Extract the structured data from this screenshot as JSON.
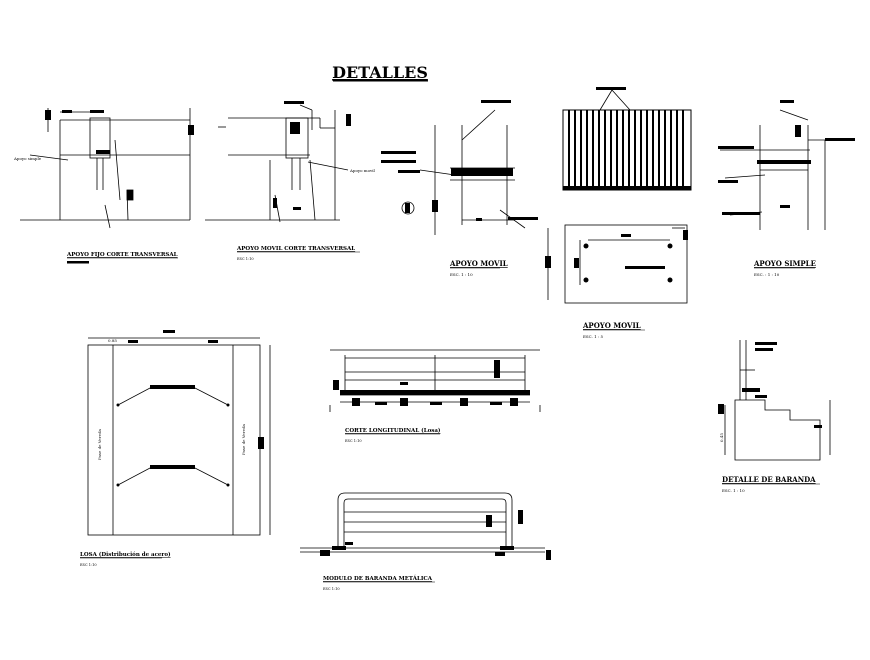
{
  "sheet": {
    "title": "DETALLES",
    "line_color": "#000000",
    "background": "#ffffff"
  },
  "details": {
    "apoyo_fijo": {
      "title": "APOYO FIJO CORTE TRANSVERSAL",
      "note_left": "Apoyo simple"
    },
    "apoyo_movil_corte": {
      "title": "APOYO MOVIL CORTE TRANSVERSAL",
      "scale": "ESC 1:10",
      "note_right": "Apoyo movil"
    },
    "apoyo_movil_1": {
      "title": "APOYO MOVIL",
      "scale": "ESC. 1 : 10"
    },
    "apoyo_simple": {
      "title": "APOYO SIMPLE",
      "scale": "ESC. : 1 : 10"
    },
    "apoyo_movil_2": {
      "title": "APOYO MOVIL",
      "scale": "ESC. 1 : 5"
    },
    "losa": {
      "title": "LOSA (Distribución de acero)",
      "scale": "ESC 1:10",
      "dim_top": "0.85",
      "left_label": "Pase de Vereda",
      "right_label": "Pase de Vereda"
    },
    "corte_longitudinal": {
      "title": "CORTE LONGITUDINAL (Losa)",
      "scale": "ESC 1:10"
    },
    "detalle_baranda": {
      "title": "DETALLE DE BARANDA",
      "scale": "ESC. 1 : 10",
      "side_dim": "0.45"
    },
    "modulo_baranda": {
      "title": "MODULO DE BARANDA METÁLICA",
      "scale": "ESC 1:10"
    }
  }
}
